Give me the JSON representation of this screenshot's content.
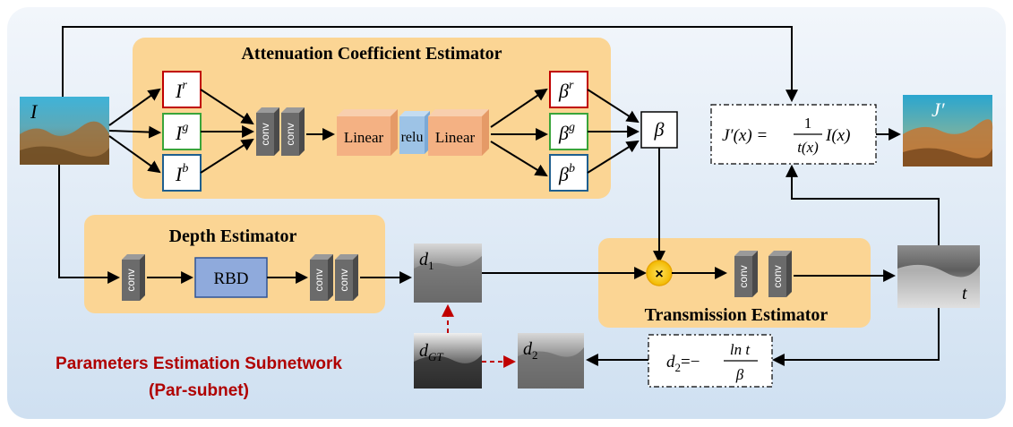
{
  "title_ace": "Attenuation Coefficient Estimator",
  "title_depth": "Depth Estimator",
  "title_trans": "Transmission Estimator",
  "subnet_title_line1": "Parameters Estimation Subnetwork",
  "subnet_title_line2": "(Par-subnet)",
  "input_label": "I",
  "output_label": "J′",
  "channel_r": {
    "base": "I",
    "sup": "r"
  },
  "channel_g": {
    "base": "I",
    "sup": "g"
  },
  "channel_b": {
    "base": "I",
    "sup": "b"
  },
  "beta_r": {
    "base": "β",
    "sup": "r"
  },
  "beta_g": {
    "base": "β",
    "sup": "g"
  },
  "beta_b": {
    "base": "β",
    "sup": "b"
  },
  "beta": "β",
  "conv": "conv",
  "linear": "Linear",
  "relu": "relu",
  "rbd": "RBD",
  "d1": {
    "base": "d",
    "sub": "1"
  },
  "d2": {
    "base": "d",
    "sub": "2"
  },
  "dgt": {
    "base": "d",
    "sub": "GT"
  },
  "t_label": "t",
  "multiply": "×",
  "formula_j": {
    "lhs": "J′(x) =",
    "num": "1",
    "den": "t(x)",
    "rhs": "I(x)"
  },
  "formula_d2": {
    "lhs": "d",
    "lhs_sub": "2",
    "eq": "=−",
    "num": "ln t",
    "den": "β"
  },
  "colors": {
    "background": "#e6eef8",
    "panel": "#fbd594",
    "red": "#c00000",
    "green": "#3aa43a",
    "blue": "#1f5f8f",
    "linear": "#f4b183",
    "relu": "#9dc3e6",
    "rbd": "#8faadc",
    "conv": "#6b6b6b",
    "accent_text": "#b00000"
  }
}
